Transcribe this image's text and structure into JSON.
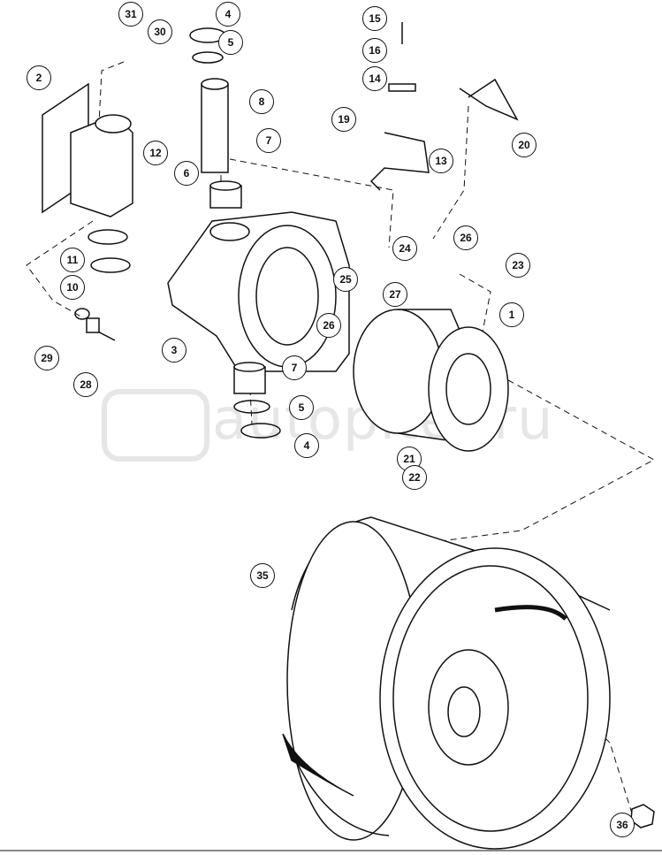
{
  "title": "Front axle wheel hub and steering knuckle exploded view",
  "watermark": "autopiter.ru",
  "callouts": [
    {
      "id": "c31",
      "label": "31"
    },
    {
      "id": "c30",
      "label": "30"
    },
    {
      "id": "c4a",
      "label": "4"
    },
    {
      "id": "c5a",
      "label": "5"
    },
    {
      "id": "c8",
      "label": "8"
    },
    {
      "id": "c2",
      "label": "2"
    },
    {
      "id": "c12",
      "label": "12"
    },
    {
      "id": "c6",
      "label": "6"
    },
    {
      "id": "c7a",
      "label": "7"
    },
    {
      "id": "c11",
      "label": "11"
    },
    {
      "id": "c10",
      "label": "10"
    },
    {
      "id": "c29",
      "label": "29"
    },
    {
      "id": "c28",
      "label": "28"
    },
    {
      "id": "c3",
      "label": "3"
    },
    {
      "id": "c7b",
      "label": "7"
    },
    {
      "id": "c5b",
      "label": "5"
    },
    {
      "id": "c4b",
      "label": "4"
    },
    {
      "id": "c15",
      "label": "15"
    },
    {
      "id": "c16",
      "label": "16"
    },
    {
      "id": "c14",
      "label": "14"
    },
    {
      "id": "c19",
      "label": "19"
    },
    {
      "id": "c13",
      "label": "13"
    },
    {
      "id": "c20",
      "label": "20"
    },
    {
      "id": "c24",
      "label": "24"
    },
    {
      "id": "c26a",
      "label": "26"
    },
    {
      "id": "c25",
      "label": "25"
    },
    {
      "id": "c27",
      "label": "27"
    },
    {
      "id": "c26b",
      "label": "26"
    },
    {
      "id": "c23",
      "label": "23"
    },
    {
      "id": "c1",
      "label": "1"
    },
    {
      "id": "c21",
      "label": "21"
    },
    {
      "id": "c22",
      "label": "22"
    },
    {
      "id": "c35",
      "label": "35"
    },
    {
      "id": "c36",
      "label": "36"
    }
  ]
}
